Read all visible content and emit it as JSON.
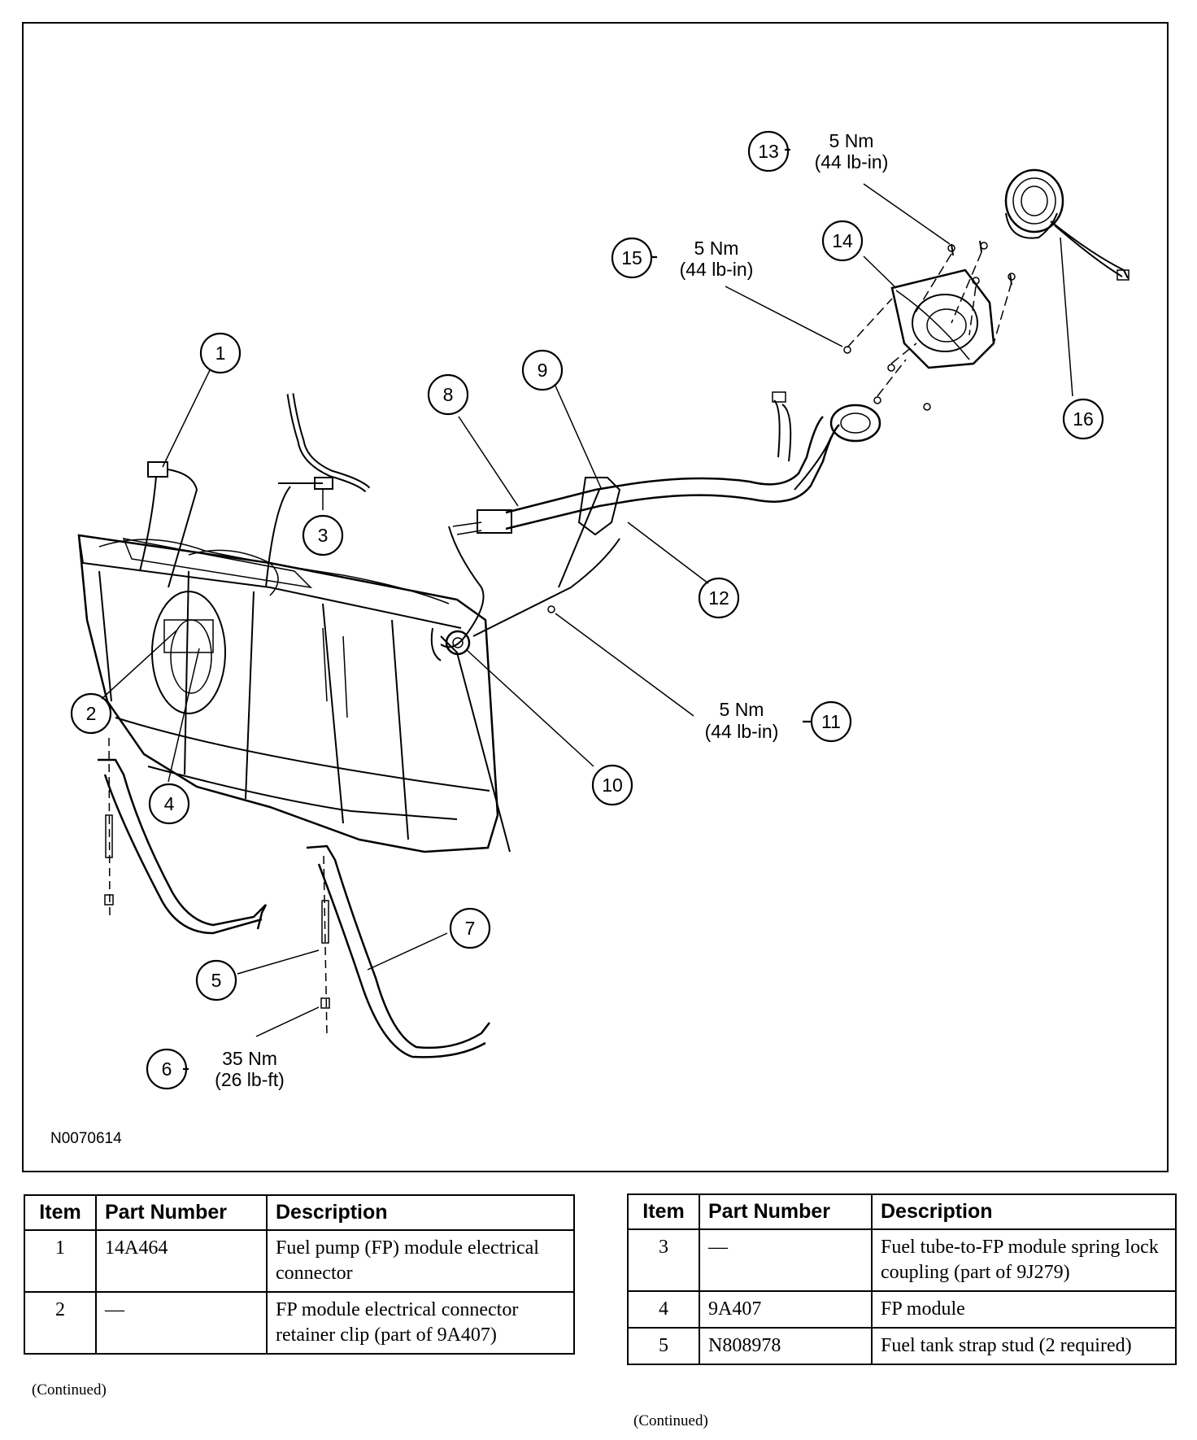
{
  "diagram": {
    "drawing_code": "N0070614",
    "callouts": [
      {
        "num": "1"
      },
      {
        "num": "2"
      },
      {
        "num": "3"
      },
      {
        "num": "4"
      },
      {
        "num": "5"
      },
      {
        "num": "6",
        "torque_nm": "35 Nm",
        "torque_imperial": "(26 lb-ft)"
      },
      {
        "num": "7"
      },
      {
        "num": "8"
      },
      {
        "num": "9"
      },
      {
        "num": "10"
      },
      {
        "num": "11",
        "torque_nm": "5 Nm",
        "torque_imperial": "(44 lb-in)"
      },
      {
        "num": "12"
      },
      {
        "num": "13",
        "torque_nm": "5 Nm",
        "torque_imperial": "(44 lb-in)"
      },
      {
        "num": "14"
      },
      {
        "num": "15",
        "torque_nm": "5 Nm",
        "torque_imperial": "(44 lb-in)"
      },
      {
        "num": "16"
      }
    ]
  },
  "tables": [
    {
      "headers": [
        "Item",
        "Part Number",
        "Description"
      ],
      "rows": [
        {
          "item": "1",
          "part": "14A464",
          "desc": "Fuel pump (FP) module electrical connector"
        },
        {
          "item": "2",
          "part": "—",
          "desc": "FP module electrical connector retainer clip (part of 9A407)"
        }
      ],
      "footer": "(Continued)"
    },
    {
      "headers": [
        "Item",
        "Part Number",
        "Description"
      ],
      "rows": [
        {
          "item": "3",
          "part": "—",
          "desc": "Fuel tube-to-FP module spring lock coupling (part of 9J279)"
        },
        {
          "item": "4",
          "part": "9A407",
          "desc": "FP module"
        },
        {
          "item": "5",
          "part": "N808978",
          "desc": "Fuel tank strap stud (2 required)"
        }
      ],
      "footer": "(Continued)"
    }
  ]
}
